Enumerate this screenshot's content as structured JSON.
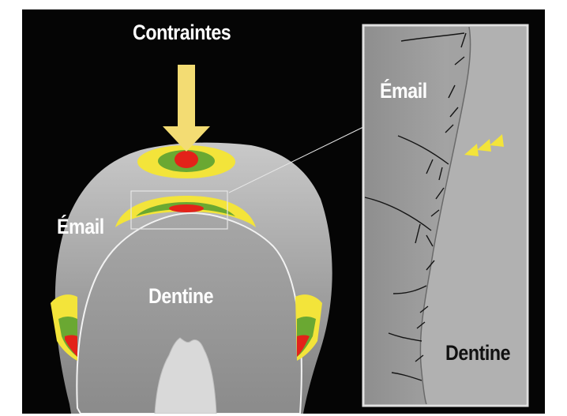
{
  "labels": {
    "title": "Contraintes",
    "email_left": "Émail",
    "dentine_left": "Dentine",
    "email_right": "Émail",
    "dentine_right": "Dentine"
  },
  "colors": {
    "background": "#050505",
    "tooth_grey": "#8f8f8f",
    "enamel_grey": "#a9a9a9",
    "arrow": "#f3dc73",
    "stress_high": "#e32219",
    "stress_mid": "#6aa832",
    "stress_low": "#f3e43a",
    "crack": "#151515"
  }
}
